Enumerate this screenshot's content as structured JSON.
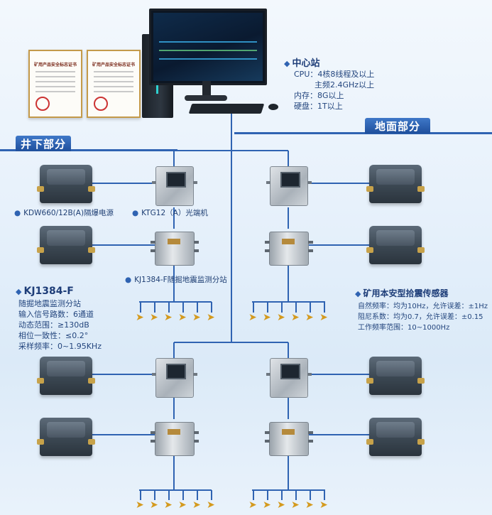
{
  "header": {
    "ground_label": "地面部分",
    "underground_label": "井下部分"
  },
  "certificates": [
    {
      "title": "矿用产品安全标志证书"
    },
    {
      "title": "矿用产品安全标志证书"
    }
  ],
  "center_station": {
    "title": "中心站",
    "specs": [
      "CPU：4核8线程及以上",
      "主频2.4GHz以上",
      "内存：8G以上",
      "硬盘：1T以上"
    ]
  },
  "labels": {
    "psu": "KDW660/12B(A)隔爆电源",
    "optical": "KTG12（A）光端机",
    "substation": "KJ1384-F随掘地震监测分站"
  },
  "kj1384f": {
    "title": "KJ1384-F",
    "specs": [
      "随掘地震监测分站",
      "输入信号路数：6通道",
      "动态范围：≥130dB",
      "相位一致性：≤0.2°",
      "采样频率：0~1.95KHz"
    ]
  },
  "sensor_block": {
    "title": "矿用本安型拾震传感器",
    "specs": [
      "自然频率：均为10Hz，允许误差：±1Hz",
      "阻尼系数：均为0.7，允许误差：±0.15",
      "工作频率范围：10~1000Hz"
    ]
  },
  "colors": {
    "wire": "#2f63b2",
    "accent": "#1f4f9c",
    "sensor": "#d49a1e"
  },
  "icons": {
    "sensor": "geophone-icon",
    "bullet": "diamond-icon"
  }
}
